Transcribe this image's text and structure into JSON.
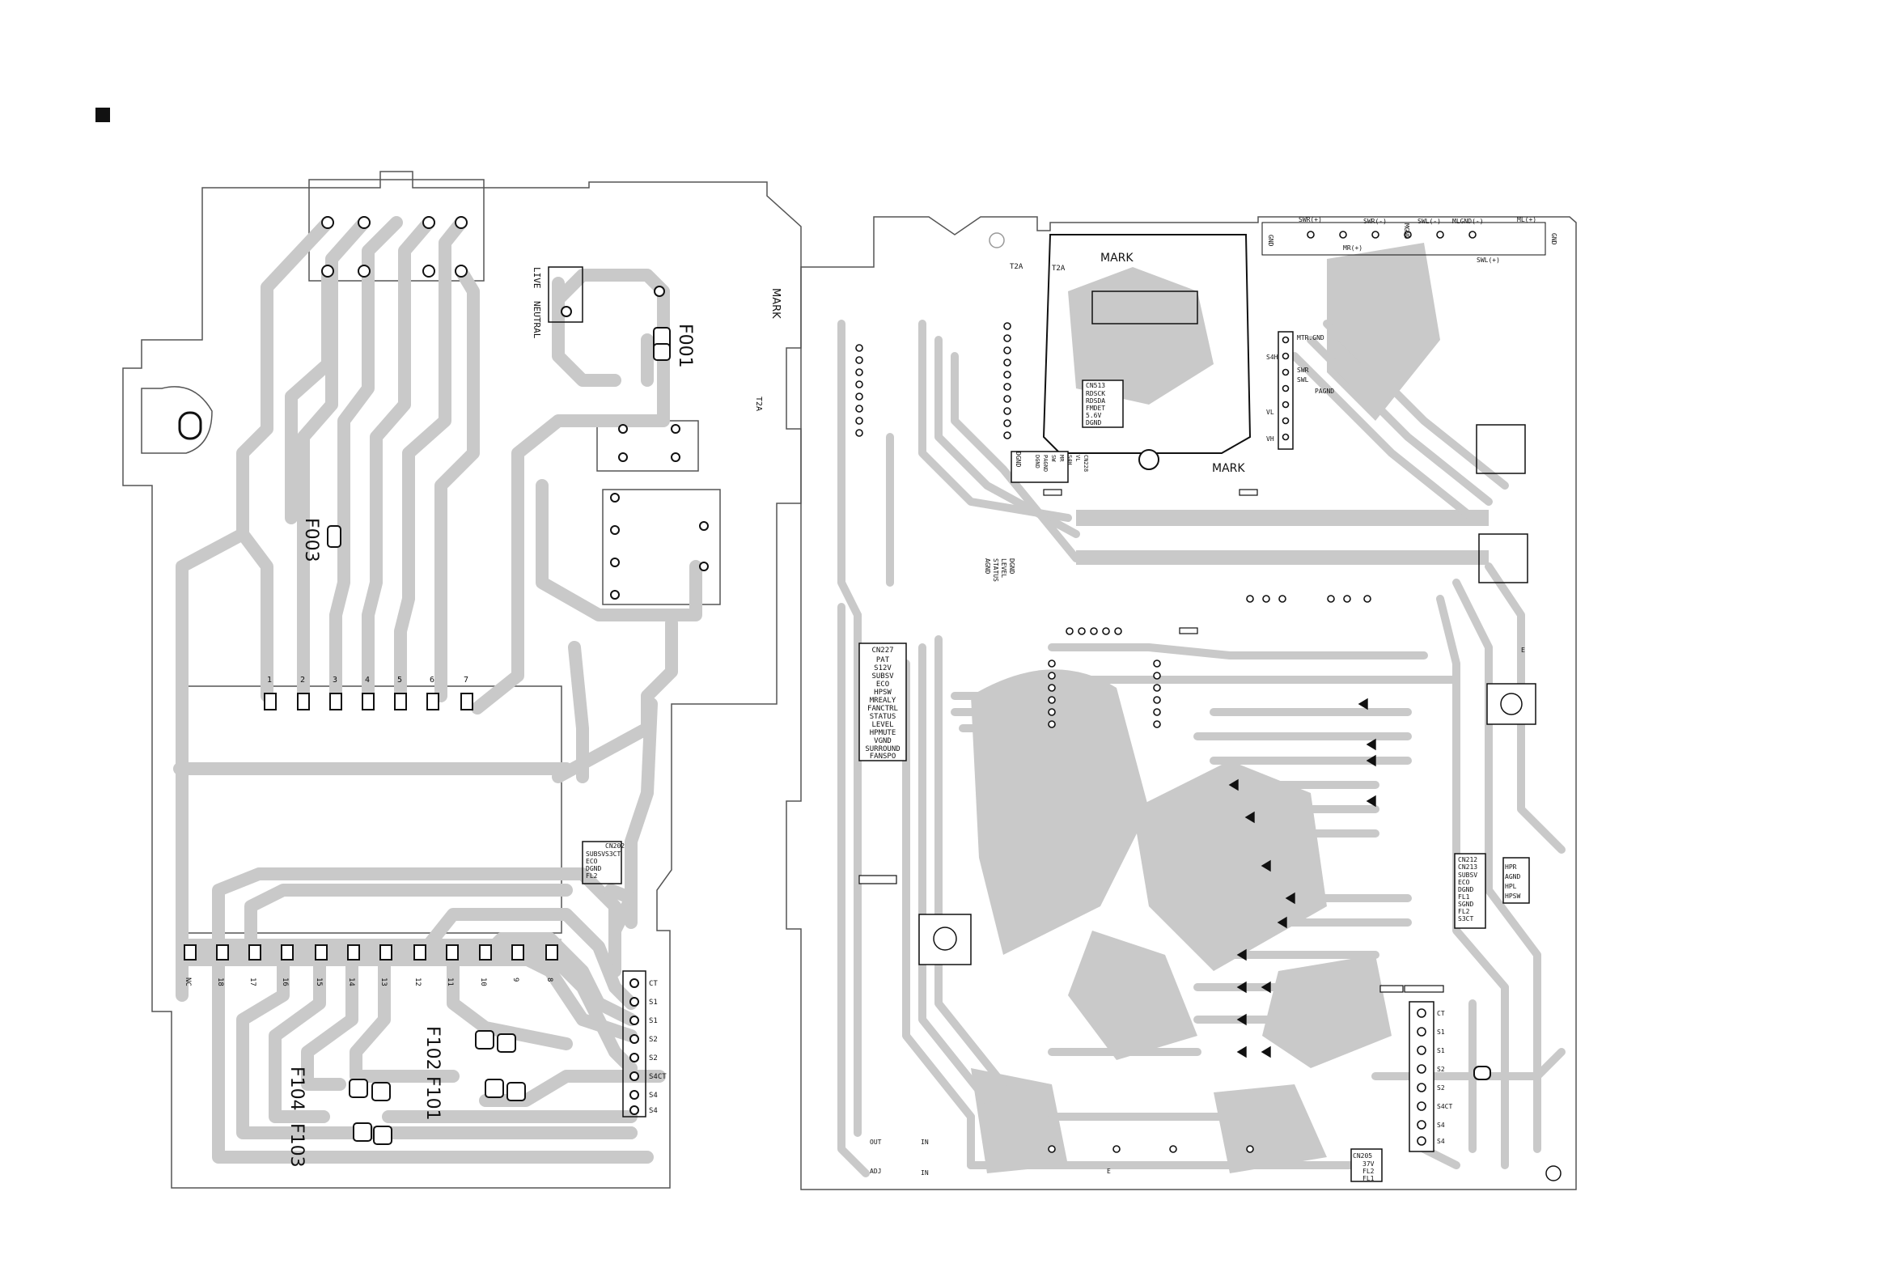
{
  "colors": {
    "background": "#ffffff",
    "copper": "#c9c9c9",
    "outline": "#555555",
    "pad": "#ffffff",
    "silk": "#111111",
    "marker": "#111111"
  },
  "left_board": {
    "fuses": [
      "F001",
      "F003",
      "F102",
      "F101",
      "F104",
      "F103"
    ],
    "power_labels": [
      "LIVE",
      "NEUTRAL"
    ],
    "top_connector_pins": [
      "1",
      "2",
      "3",
      "4",
      "5",
      "6",
      "7"
    ],
    "bottom_connector_pins": [
      "NC",
      "18",
      "17",
      "16",
      "15",
      "14",
      "13",
      "12",
      "11",
      "10",
      "9",
      "8"
    ],
    "side_connector_pins": [
      "CT",
      "S1",
      "S1",
      "S2",
      "S2",
      "S4CT",
      "S4",
      "S4"
    ],
    "cn_small_lines": [
      "SUBSV",
      "ECO",
      "DGND",
      "FL2",
      "S3CT"
    ],
    "cn_small_name": "CN202"
  },
  "right_board": {
    "mark_label": "MARK",
    "t2a_label": "T2A",
    "cn227": {
      "name": "CN227",
      "lines": [
        "PAT",
        "S12V",
        "SUBSV",
        "ECO",
        "HPSW",
        "MREALY",
        "FANCTRL",
        "STATUS",
        "LEVEL",
        "HPMUTE",
        "VGND",
        "SURROUND",
        "FANSPO"
      ]
    },
    "cn513": {
      "name": "CN513",
      "lines": [
        "RDSCK",
        "RDSDA",
        "FMDET",
        "5.6V",
        "DGND"
      ]
    },
    "cn228": {
      "name": "CN228",
      "lines": [
        "VL",
        "S4H",
        "MR",
        "SW",
        "PAGND",
        "DGND"
      ]
    },
    "cn212": {
      "name": "CN212",
      "lines": [
        "CN213",
        "SUBSV",
        "ECO",
        "DGND",
        "FL1",
        "SGND",
        "FL2",
        "S3CT"
      ]
    },
    "hp_lines": [
      "HPR",
      "AGND",
      "HPL",
      "HPSW"
    ],
    "side_connector_pins": [
      "CT",
      "S1",
      "S1",
      "S2",
      "S2",
      "S4CT",
      "S4",
      "S4"
    ],
    "mtr_block": [
      "MTR.GND",
      "S4H",
      "SWR",
      "SWL",
      "PAGND",
      "VL",
      "VH"
    ],
    "top_speaker_labels": [
      "GND",
      "SWR(+)",
      "SWR(-)",
      "MGND",
      "SWL(-)",
      "MLGND(-)",
      "ML(+)",
      "GND",
      "MR(+)",
      "SWL(+)"
    ],
    "cn205": {
      "name": "CN205",
      "lines": [
        "37V",
        "FL2",
        "FL1"
      ]
    },
    "misc_labels": [
      "STATUS",
      "LEVEL",
      "DGND",
      "AGND",
      "DGND",
      "OUT",
      "IN",
      "ADJ",
      "IN",
      "E",
      "E"
    ]
  }
}
